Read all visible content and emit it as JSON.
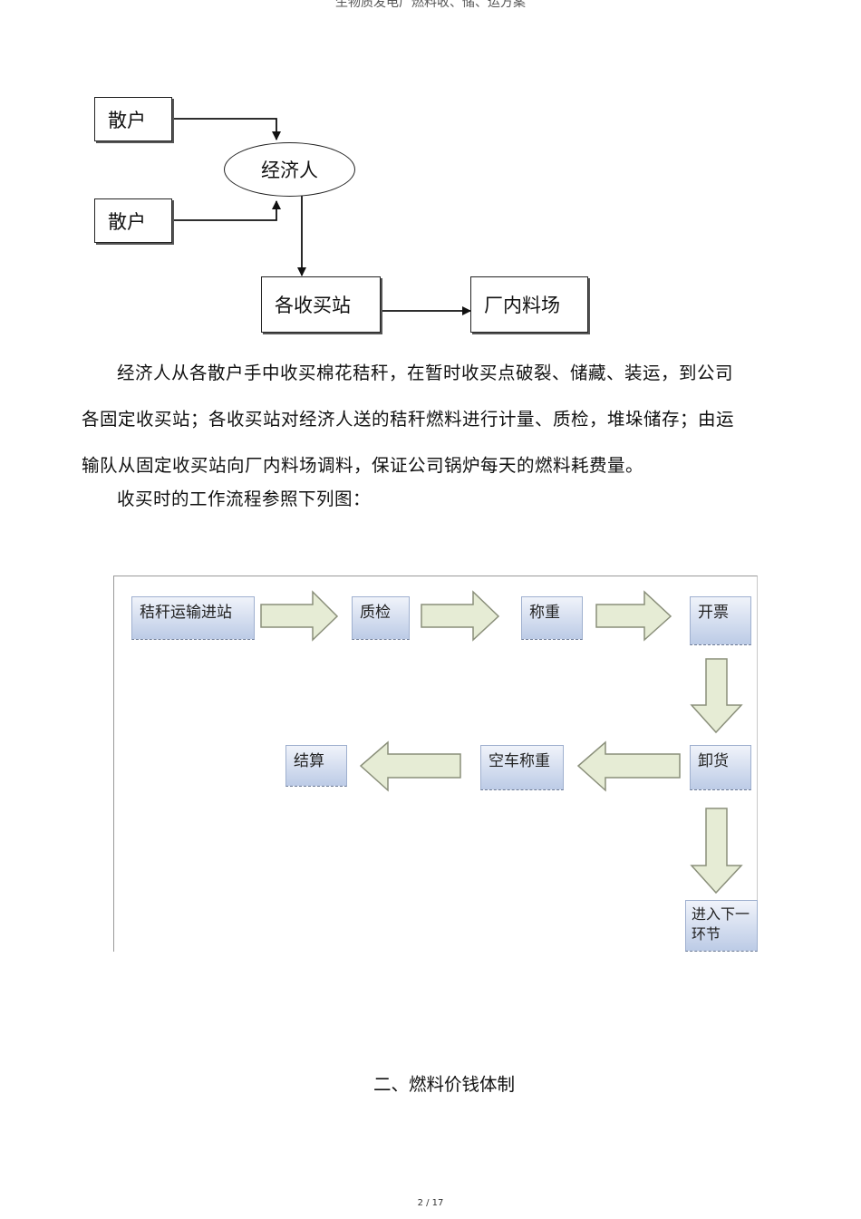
{
  "header": {
    "running_title": "生物质发电厂燃料收、储、运方案"
  },
  "diagram1": {
    "sanhu_1": "散户",
    "sanhu_2": "散户",
    "jingjiren": "经济人",
    "shougou_zhan": "各收买站",
    "liaochang": "厂内料场"
  },
  "body": {
    "para1": "经济人从各散户手中收买棉花秸秆，在暂时收买点破裂、储藏、装运，到公司各固定收买站；各收买站对经济人送的秸秆燃料进行计量、质检，堆垛储存；由运输队从固定收买站向厂内料场调料，保证公司锅炉每天的燃料耗费量。",
    "para2": "收买时的工作流程参照下列图："
  },
  "flow": {
    "step1": "秸秆运输进站",
    "step2": "质检",
    "step3": "称重",
    "step4": "开票",
    "step5": "卸货",
    "step6": "空车称重",
    "step7": "结算",
    "step8": "进入下一环节"
  },
  "section": {
    "heading": "二、燃料价钱体制"
  },
  "footer": {
    "page": "2 / 17"
  },
  "colors": {
    "box_top": "#f0f3fa",
    "box_bottom": "#bccbe6",
    "arrow_fill": "#e6ecd5",
    "arrow_stroke": "#8a8f7a"
  }
}
